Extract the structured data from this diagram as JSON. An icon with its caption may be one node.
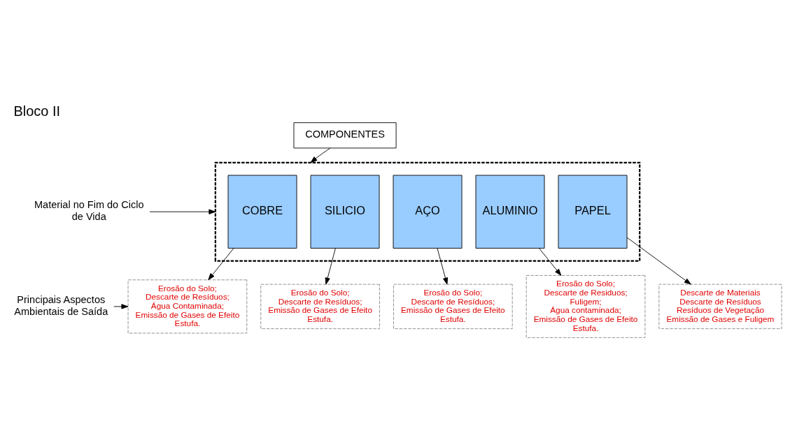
{
  "diagram": {
    "title": "Bloco II",
    "nodes": [
      {
        "text": [
          "COMPONENTES"
        ]
      },
      {
        "text": [],
        "shape": "box"
      },
      {
        "text": [
          "COBRE"
        ],
        "in": 1
      },
      {
        "text": [
          "SILICIO"
        ],
        "in": 1
      },
      {
        "text": [
          "AÇO"
        ],
        "in": 1
      },
      {
        "text": [
          "ALUMINIO"
        ],
        "in": 1
      },
      {
        "text": [
          "PAPEL"
        ],
        "in": 1
      },
      {
        "text": [
          "Material no Fim do Ciclo de Vida"
        ]
      },
      {
        "text": [
          "Erosão do Solo;",
          "Descarte de Resíduos;",
          "Água Contaminada;",
          "Emissão de Gases de Efeito Estufa."
        ]
      },
      {
        "text": [
          "Erosão do Solo;",
          "Descarte de Resíduos;",
          "Emissão de Gases de Efeito Estufa."
        ]
      },
      {
        "text": [
          "Erosão do Solo;",
          "Descarte de Resíduos;",
          "Emissão de Gases de Efeito Estufa."
        ]
      },
      {
        "text": [
          "Erosão do Solo;",
          "Descarte de Residuos;",
          "Fuligem;",
          "Água contaminada;",
          "Emissão de Gases de Efeito Estufa."
        ]
      },
      {
        "text": [
          "Descarte de Materiais",
          "Descarte de Resíduos",
          "Resíduos de Vegetação",
          "Emissão de Gases e Fuligem"
        ]
      },
      {
        "text": [
          "Principais Aspectos Ambientais de Saída"
        ]
      }
    ],
    "edges": [
      {
        "from": 0,
        "to": 1,
        "arrow": "to"
      },
      {
        "from": 7,
        "to": 1,
        "arrow": "to"
      },
      {
        "from": 2,
        "to": 8,
        "arrow": "to"
      },
      {
        "from": 3,
        "to": 9,
        "arrow": "to"
      },
      {
        "from": 4,
        "to": 10,
        "arrow": "to"
      },
      {
        "from": 5,
        "to": 11,
        "arrow": "to"
      },
      {
        "from": 6,
        "to": 12,
        "arrow": "to"
      },
      {
        "from": 13,
        "to": 8,
        "arrow": "to"
      }
    ]
  }
}
